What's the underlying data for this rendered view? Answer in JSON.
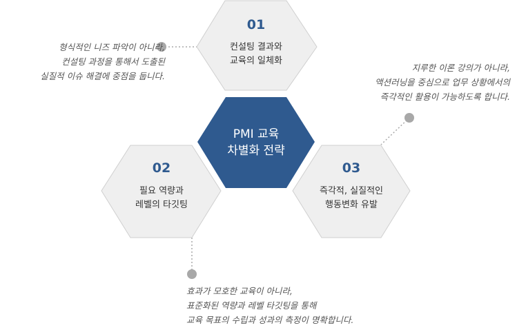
{
  "center": {
    "lines": [
      "PMI 교육",
      "차별화 전략"
    ],
    "fill": "#2f5a8f",
    "text_color": "#ffffff"
  },
  "hexagons": [
    {
      "number": "01",
      "lines": [
        "컨설팅 결과와",
        "교육의 일체화"
      ]
    },
    {
      "number": "02",
      "lines": [
        "필요 역량과",
        "레벨의 타깃팅"
      ]
    },
    {
      "number": "03",
      "lines": [
        "즉각적, 실질적인",
        "행동변화 유발"
      ]
    }
  ],
  "descriptions": {
    "d01": [
      "형식적인 니즈 파악이 아니라,",
      "컨설팅 과정을 통해서 도출된",
      "실질적 이슈 해결에 중점을 둡니다."
    ],
    "d02": [
      "효과가 모호한 교육이 아니라,",
      "표준화된 역량과 레벨 타깃팅을 통해",
      "교육 목표의 수립과 성과의 측정이 명확합니다."
    ],
    "d03": [
      "지루한 이론 강의가 아니라,",
      "액션러닝을 중심으로 업무 상황에서의",
      "즉각적인 활용이 가능하도록 합니다."
    ]
  },
  "colors": {
    "hex_fill": "#efefef",
    "hex_stroke": "#cfcfcf",
    "number_color": "#2f5a8f",
    "label_color": "#333333",
    "dot_color": "#a8a8a8",
    "connector_color": "#a8a8a8",
    "description_color": "#555555"
  }
}
